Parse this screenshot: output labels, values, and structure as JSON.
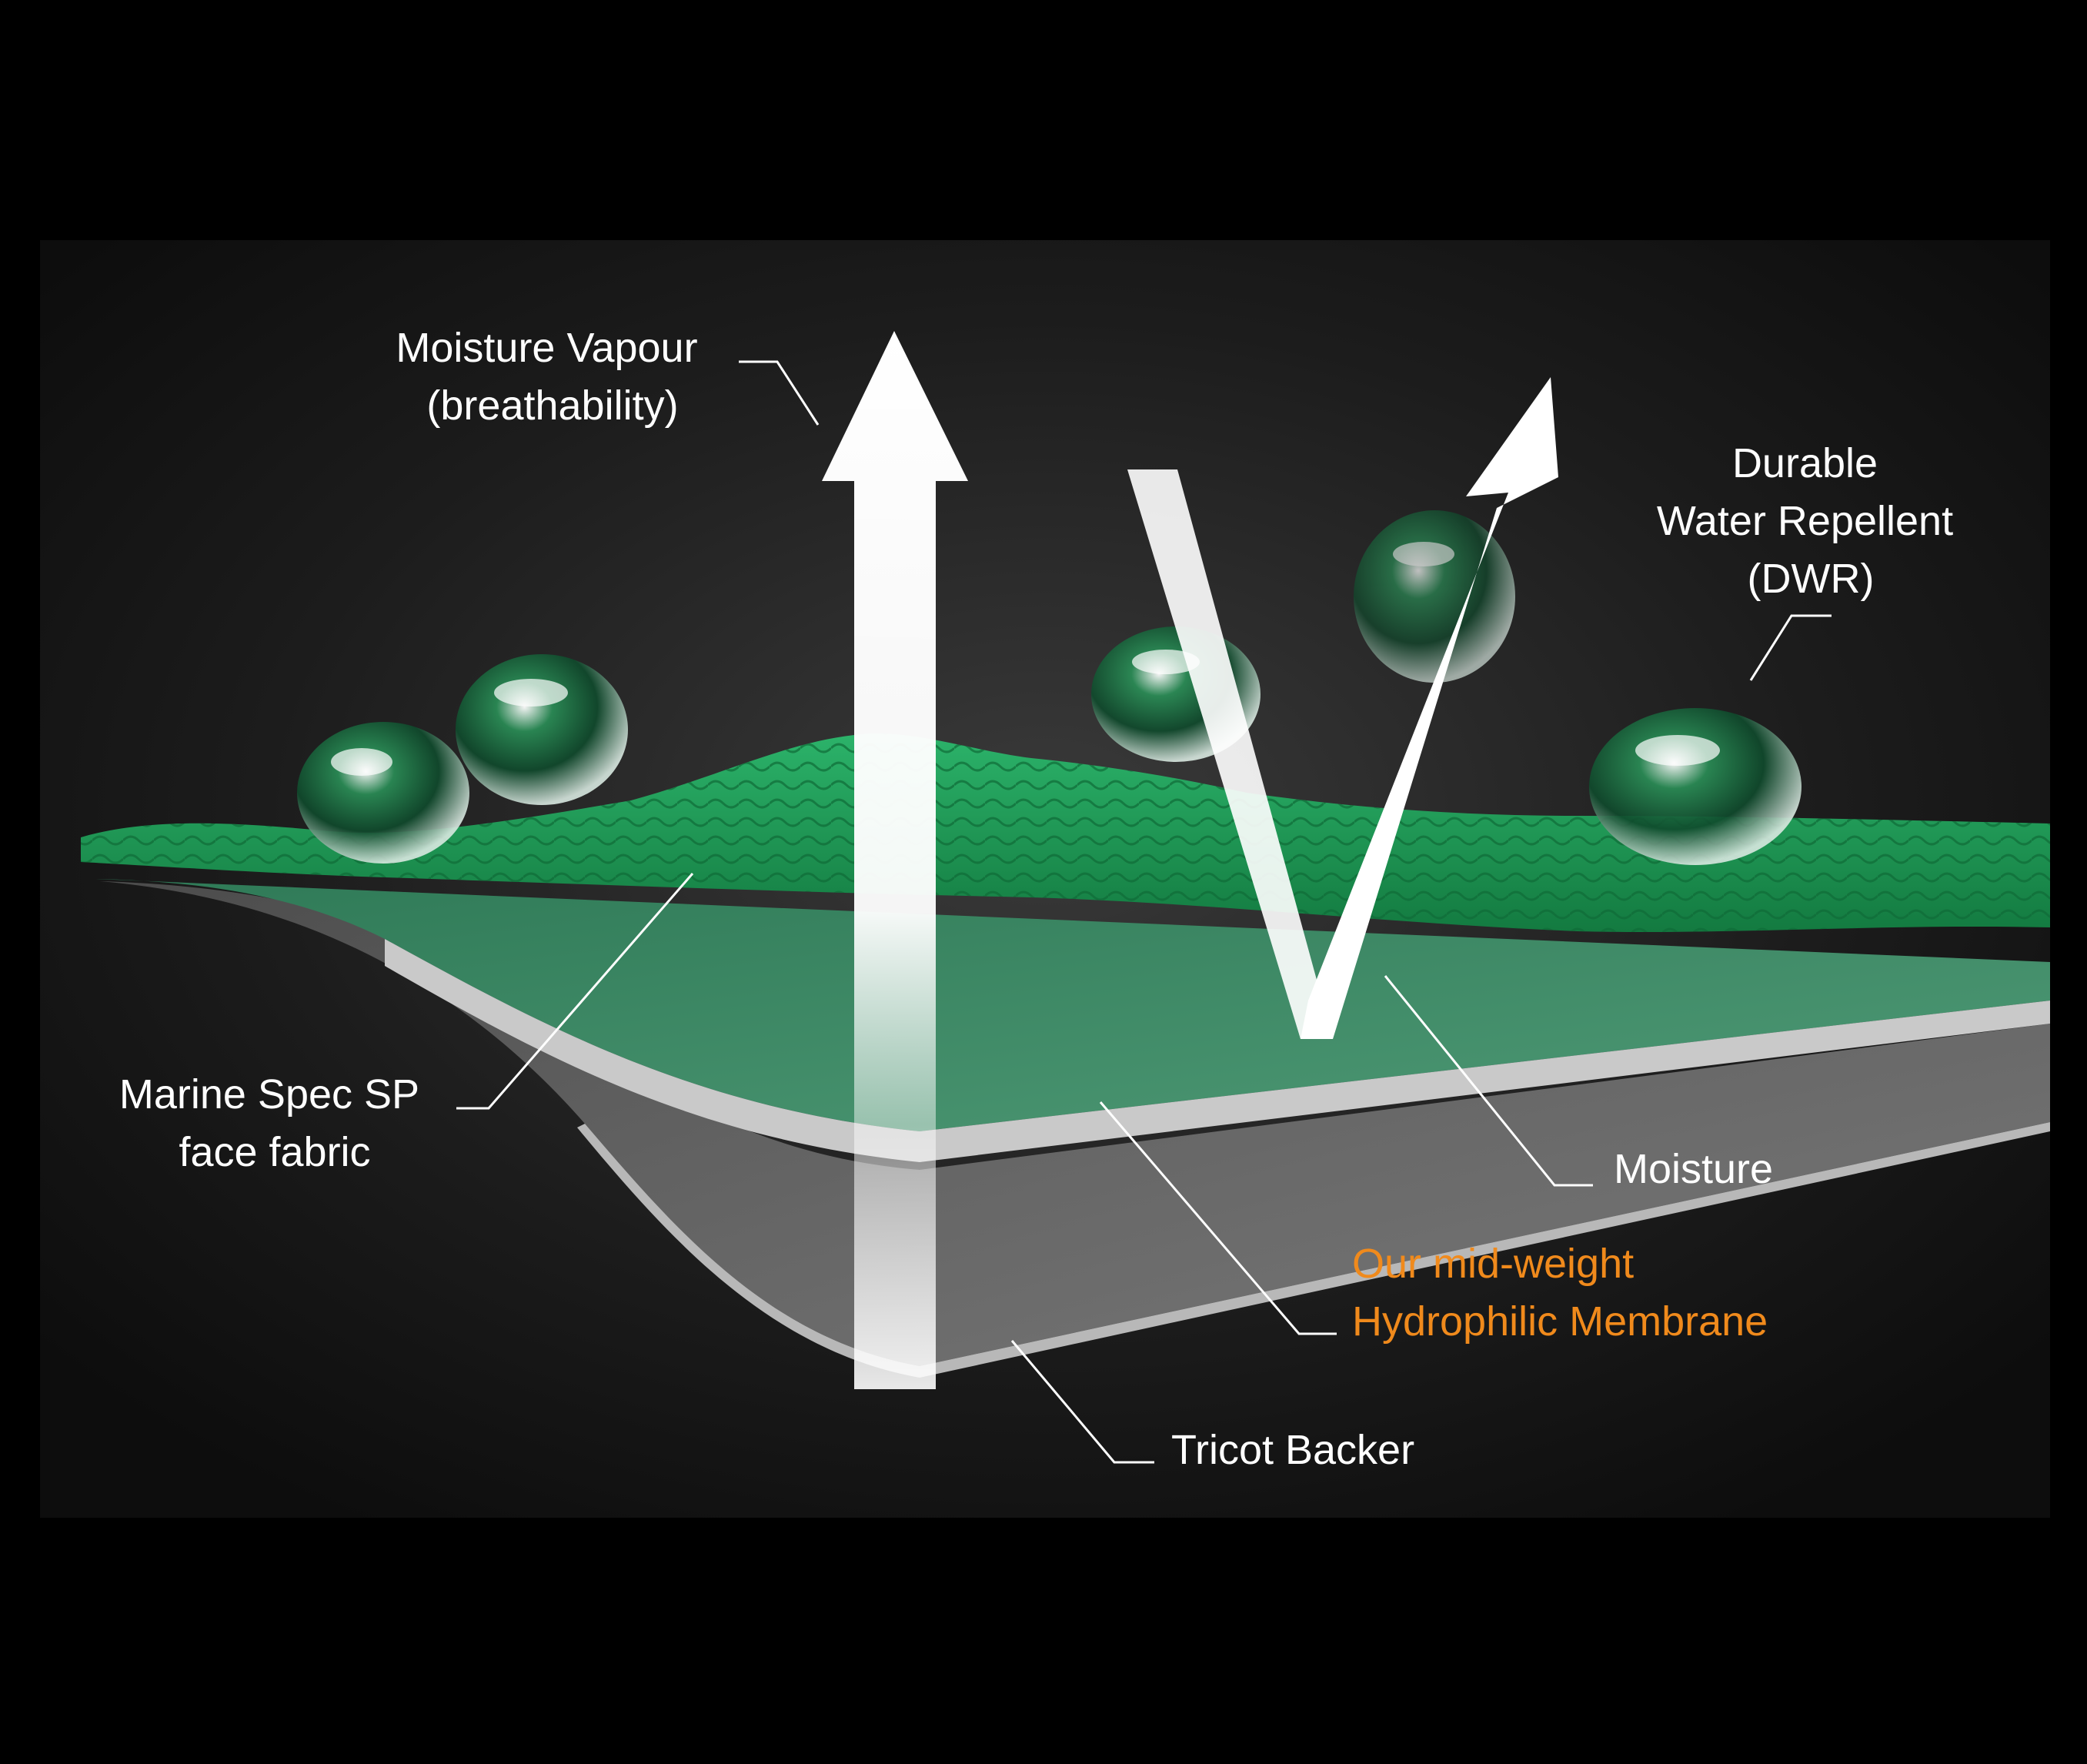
{
  "colors": {
    "background": "#000000",
    "panel": "#1b1b1b",
    "face_fabric": "#1f9a55",
    "membrane": "#3f8a66",
    "membrane_edge": "#bdbdbd",
    "backer": "#8a8a8a",
    "label_text": "#ffffff",
    "accent_text": "#f08a1c"
  },
  "labels": {
    "moisture_vapour": [
      "Moisture Vapour",
      "(breathability)"
    ],
    "dwr": [
      "Durable",
      "Water Repellent",
      "(DWR)"
    ],
    "face_fabric": [
      "Marine Spec SP",
      "face fabric"
    ],
    "moisture": [
      "Moisture"
    ],
    "membrane": [
      "Our mid-weight",
      "Hydrophilic Membrane"
    ],
    "tricot": [
      "Tricot Backer"
    ]
  },
  "icons": {
    "vapour_arrow": "up-arrow-icon",
    "rain_arrow": "deflect-arrow-icon",
    "droplet": "water-droplet-icon"
  }
}
